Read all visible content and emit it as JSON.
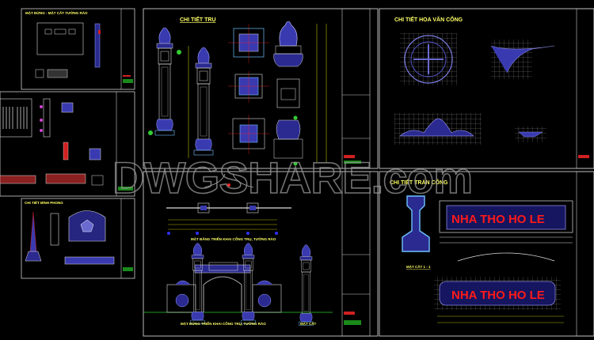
{
  "watermark": "DWGSHARE.com",
  "colors": {
    "background": "#000000",
    "frame": "#d0d0d0",
    "title_text": "#ffff66",
    "ornament": "#3a3ab0",
    "dimension": "#e0e000",
    "accent_red": "#ff1a1a",
    "label_green": "#33ff33"
  },
  "sheets": {
    "pillar_detail": {
      "title": "CHI TIẾT TRỤ"
    },
    "gate_plan": {
      "plan_label": "MẶT BẰNG TRIỂN KHAI CỔNG TRỤ, TƯỜNG RÀO",
      "elevation_label": "MẶT ĐỨNG TRIỂN KHAI CỔNG TRỤ, TƯỜNG RÀO",
      "section_label": "MẶT CẮT"
    },
    "ornament_detail": {
      "title": "CHI TIẾT HOA VĂN CỔNG"
    },
    "gate_beam": {
      "title": "CHI TIẾT TRÁN CỔNG",
      "section_label": "MẶT CẮT 1 - 1",
      "sign_text_1": "NHA THO HO LE",
      "sign_text_2": "NHA THO HO LE"
    },
    "left_top": {
      "title": "MẶT ĐỨNG - MẶT CẮT TƯỜNG RÀO"
    },
    "left_bottom": {
      "title": "CHI TIẾT BÌNH PHONG"
    }
  }
}
